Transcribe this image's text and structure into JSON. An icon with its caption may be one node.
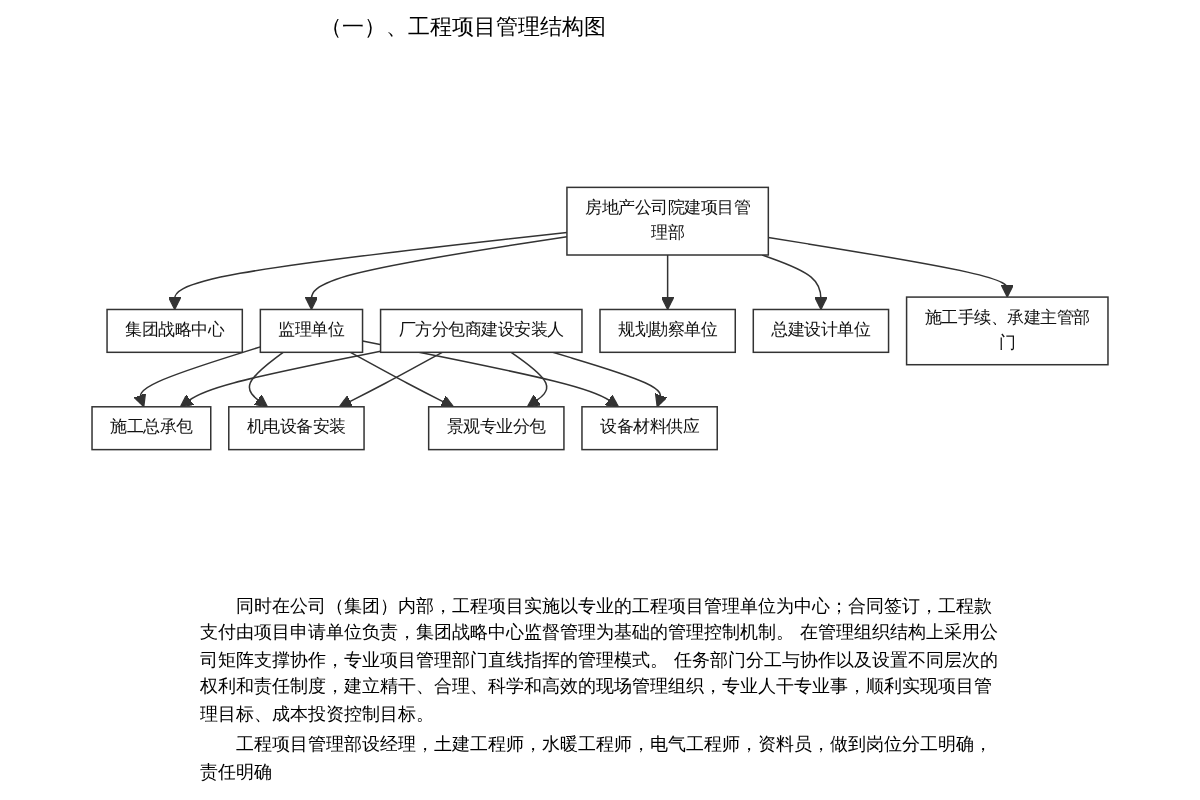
{
  "diagram": {
    "title": "（一）、工程项目管理结构图",
    "nodes": [
      {
        "text": [
          "集团战略中心"
        ]
      },
      {
        "text": [
          "房地产公司院建项目管理部"
        ]
      },
      {
        "text": [
          "监理单位"
        ]
      },
      {
        "text": [
          "厂方分包商建设安装人"
        ]
      },
      {
        "text": [
          "规划勘察单位"
        ]
      },
      {
        "text": [
          "总建设计单位"
        ]
      },
      {
        "text": [
          "施工手续、承建主管部门"
        ]
      },
      {
        "text": [
          "施工总承包"
        ]
      },
      {
        "text": [
          "机电设备安装"
        ]
      },
      {
        "text": [
          "景观专业分包"
        ]
      },
      {
        "text": [
          "设备材料供应"
        ]
      }
    ],
    "edges": [
      {
        "from": 1,
        "to": 0,
        "arrow": "to"
      },
      {
        "from": 1,
        "to": 2,
        "arrow": "to"
      },
      {
        "from": 1,
        "to": 4,
        "arrow": "to"
      },
      {
        "from": 1,
        "to": 5,
        "arrow": "to"
      },
      {
        "from": 1,
        "to": 6,
        "arrow": "to"
      },
      {
        "from": 2,
        "to": 7,
        "arrow": "to"
      },
      {
        "from": 2,
        "to": 8,
        "arrow": "to"
      },
      {
        "from": 2,
        "to": 9,
        "arrow": "to"
      },
      {
        "from": 2,
        "to": 10,
        "arrow": "to"
      },
      {
        "from": 3,
        "to": 7,
        "arrow": "to"
      },
      {
        "from": 3,
        "to": 8,
        "arrow": "to"
      },
      {
        "from": 3,
        "to": 9,
        "arrow": "to"
      },
      {
        "from": 3,
        "to": 10,
        "arrow": "to"
      }
    ],
    "labels": [
      "同时在公司（集团）内部，工程项目实施以专业的工程项目管理单位为中心；合同签订，工程款支付由项目申请单位负责，集团战略中心监督管理为基础的管理控制机制。 在管理组织结构上采用公司矩阵支撑协作，专业项目管理部门直线指挥的管理模式。 任务部门分工与协作以及设置不同层次的权利和责任制度，建立精干、合理、科学和高效的现场管理组织，专业人干专业事，顺利实现项目管理目标、成本投资控制目标。",
      "工程项目管理部设经理，土建工程师，水暖工程师，电气工程师，资料员，做到岗位分工明确，责任明确"
    ]
  }
}
